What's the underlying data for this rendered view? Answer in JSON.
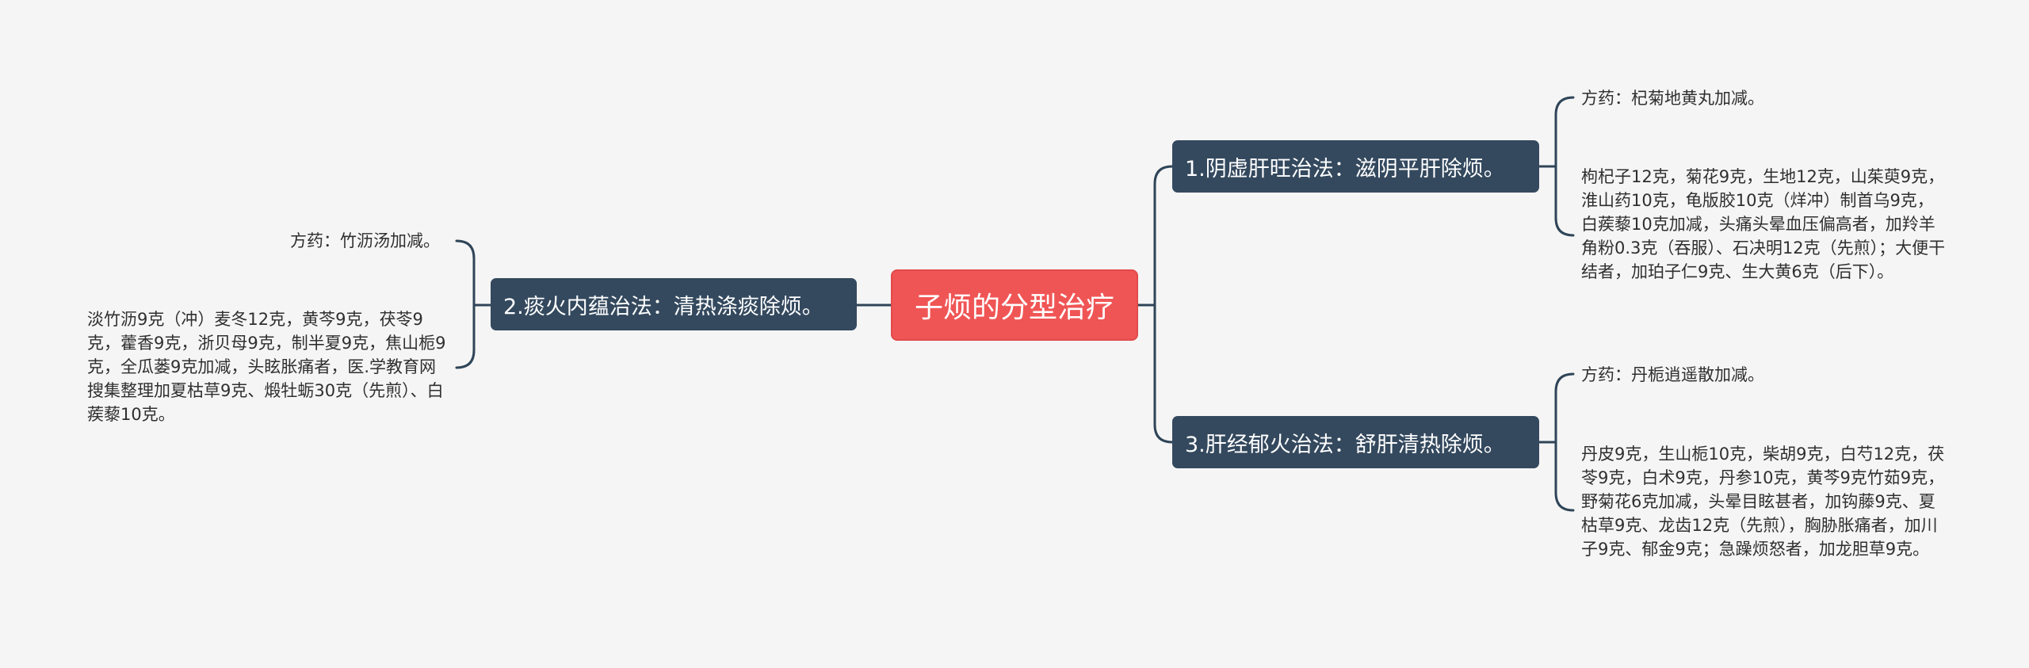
{
  "root": {
    "label": "子烦的分型治疗"
  },
  "branches": [
    {
      "label": "1.阴虚肝旺治法：滋阴平肝除烦。",
      "prescription": "方药：杞菊地黄丸加减。",
      "detail": "枸杞子12克，菊花9克，生地12克，山茱萸9克，淮山药10克，龟版胶10克（烊冲）制首乌9克，白蒺藜10克加减，头痛头晕血压偏高者，加羚羊角粉0.3克（吞服）、石决明12克（先煎）；大便干结者，加珀子仁9克、生大黄6克（后下）。"
    },
    {
      "label": "2.痰火内蕴治法：清热涤痰除烦。",
      "prescription": "方药：竹沥汤加减。",
      "detail": "淡竹沥9克（冲）麦冬12克，黄芩9克，茯苓9克，藿香9克，浙贝母9克，制半夏9克，焦山栀9克，全瓜蒌9克加减，头眩胀痛者，医.学教育网搜集整理加夏枯草9克、煅牡蛎30克（先煎）、白蒺藜10克。"
    },
    {
      "label": "3.肝经郁火治法：舒肝清热除烦。",
      "prescription": "方药：丹栀逍遥散加减。",
      "detail": "丹皮9克，生山栀10克，柴胡9克，白芍12克，茯苓9克，白术9克，丹参10克，黄芩9克竹茹9克，野菊花6克加减，头晕目眩甚者，加钩藤9克、夏枯草9克、龙齿12克（先煎），胸胁胀痛者，加川子9克、郁金9克；急躁烦怒者，加龙胆草9克。"
    }
  ],
  "colors": {
    "background": "#f5f5f5",
    "root_fill": "#f05555",
    "branch_fill": "#34495e",
    "connector": "#2f4558",
    "leaf_text": "#2f2f2f"
  }
}
